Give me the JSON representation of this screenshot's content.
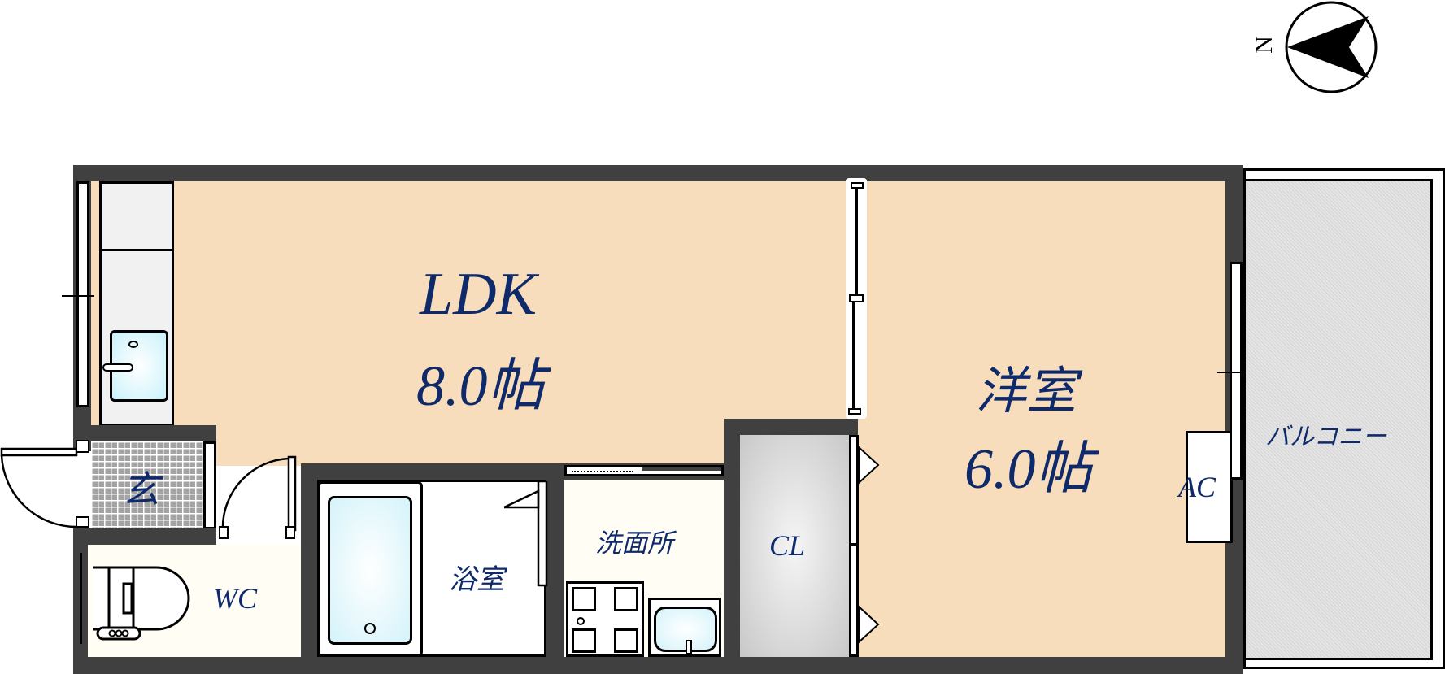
{
  "compass": {
    "label": "N"
  },
  "rooms": {
    "ldk": {
      "name": "LDK",
      "size": "8.0帖",
      "color": "#f7ddbb"
    },
    "western": {
      "name": "洋室",
      "size": "6.0帖",
      "color": "#f7ddbb"
    },
    "entrance": {
      "name": "玄"
    },
    "wc": {
      "name": "WC"
    },
    "bath": {
      "name": "浴室"
    },
    "washroom": {
      "name": "洗面所"
    },
    "closet": {
      "name": "CL"
    },
    "balcony": {
      "name": "バルコニー"
    },
    "ac": {
      "name": "AC"
    }
  },
  "colors": {
    "wall": "#404040",
    "floor": "#f7ddbb",
    "text": "#0f2a6b",
    "fixture": "#dff6fb"
  }
}
